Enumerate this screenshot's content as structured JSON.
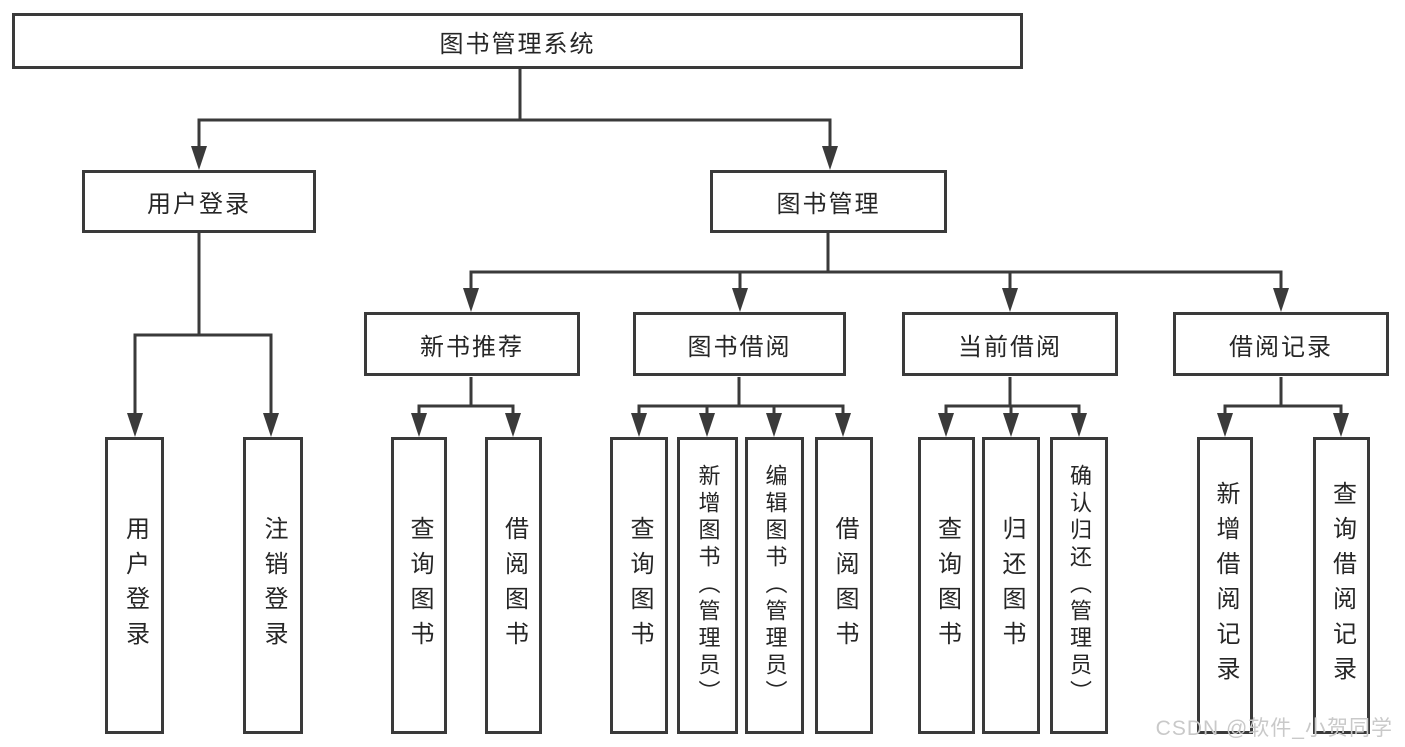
{
  "diagram": {
    "root": {
      "label": "图书管理系统"
    },
    "level2": [
      {
        "label": "用户登录",
        "children": [
          {
            "label": "用户登录"
          },
          {
            "label": "注销登录"
          }
        ]
      },
      {
        "label": "图书管理",
        "children": [
          {
            "label": "新书推荐",
            "children": [
              {
                "label": "查询图书"
              },
              {
                "label": "借阅图书"
              }
            ]
          },
          {
            "label": "图书借阅",
            "children": [
              {
                "label": "查询图书"
              },
              {
                "label": "新增图书（管理员）"
              },
              {
                "label": "编辑图书（管理员）"
              },
              {
                "label": "借阅图书"
              }
            ]
          },
          {
            "label": "当前借阅",
            "children": [
              {
                "label": "查询图书"
              },
              {
                "label": "归还图书"
              },
              {
                "label": "确认归还（管理员）"
              }
            ]
          },
          {
            "label": "借阅记录",
            "children": [
              {
                "label": "新增借阅记录"
              },
              {
                "label": "查询借阅记录"
              }
            ]
          }
        ]
      }
    ],
    "watermark": "CSDN @软件_小贺同学",
    "colors": {
      "line": "#3a3a3a",
      "border": "#3a3a3a",
      "text": "#262626",
      "watermark": "#c9c9c9",
      "background": "#ffffff"
    }
  }
}
